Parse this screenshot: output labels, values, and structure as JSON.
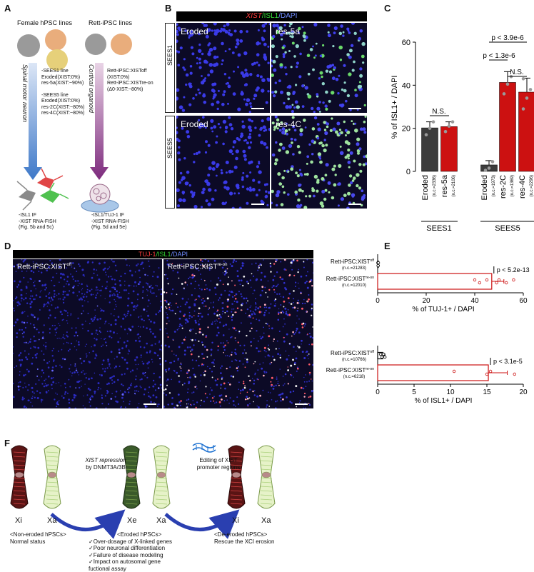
{
  "panels": {
    "A": "A",
    "B": "B",
    "C": "C",
    "D": "D",
    "E": "E",
    "F": "F"
  },
  "panelA": {
    "female_title": "Female hPSC lines",
    "rett_title": "Rett-iPSC lines",
    "arrow1_label": "Spinal motor neuron",
    "arrow2_label": "Cortical organoid",
    "female_lines": [
      "-SEES1 line",
      "Eroded(XIST:0%)",
      "res-5a(XIST:~90%)",
      "",
      "-SEES5 line",
      "Eroded(XIST:0%)",
      "res-2C(XIST:~80%)",
      "res-4C(XIST:~80%)"
    ],
    "rett_lines": [
      "Rett-iPSC:XISToff",
      "(XIST:0%)",
      "Rett-iPSC:XISTre-on",
      "(Δ0-XIST:~80%)"
    ],
    "female_assay": [
      "-ISL1 IF",
      "-XIST RNA-FISH",
      "(Fig. 5b and 5c)"
    ],
    "rett_assay": [
      "-ISL1/TUJ-1 IF",
      "-XIST RNA-FISH",
      "(Fig. 5d and 5e)"
    ]
  },
  "panelB": {
    "title_parts": [
      "XIST",
      "/ISL1",
      "/DAPI"
    ],
    "row_labels": [
      "SEES1",
      "SEES5"
    ],
    "cells": [
      "Eroded",
      "res-5a",
      "Eroded",
      "res-4C"
    ]
  },
  "panelD": {
    "title_parts": [
      "TUJ-1",
      "/ISL1",
      "/DAPI"
    ],
    "cells": [
      "Rett-iPSC:XIST",
      "Rett-iPSC:XIST"
    ],
    "superscripts": [
      "off",
      "re-on"
    ]
  },
  "panelF": {
    "step1": [
      "XIST repression",
      "by DNMT3A/3B"
    ],
    "step2": [
      "Editing of XIST",
      "promoter regions"
    ],
    "chrom_labels": [
      "Xi",
      "Xa",
      "Xe",
      "Xa",
      "Xi",
      "Xa"
    ],
    "left_caption": [
      "<Non-eroded hPSCs>",
      "Normal status"
    ],
    "mid_caption": [
      "<Eroded hPSCs>",
      "✓Over-dosage of X-linked genes",
      "✓Poor neuronal differentiation",
      "✓Failure of disease modeling",
      "✓Impact on autosomal gene",
      "   fuctional assay"
    ],
    "right_caption": [
      "<De-eroded hPSCs>",
      "Rescue the XCI erosion"
    ]
  },
  "chart_data": [
    {
      "type": "bar",
      "panel": "C",
      "ylabel": "% of ISL1+  / DAPI",
      "ylim": [
        0,
        60
      ],
      "yticks": [
        0,
        20,
        40,
        60
      ],
      "categories": [
        "Eroded",
        "res-5a",
        "Eroded",
        "res-2C",
        "res-4C"
      ],
      "cell_counts": [
        "(n.c.=2336)",
        "(n.c.=2106)",
        "(n.c.=1973)",
        "(n.c.=1369)",
        "(n.c.=2296)"
      ],
      "groups": [
        {
          "name": "SEES1",
          "indices": [
            0,
            1
          ]
        },
        {
          "name": "SEES5",
          "indices": [
            2,
            3,
            4
          ]
        }
      ],
      "values": [
        20.2,
        20.8,
        3.0,
        41.3,
        36.8
      ],
      "errors": [
        2.8,
        2.2,
        2.0,
        5.0,
        6.5
      ],
      "points": [
        [
          17,
          20,
          23
        ],
        [
          18.5,
          21,
          23
        ],
        [
          0.5,
          1.5,
          4.5
        ],
        [
          36,
          40.5,
          44
        ],
        [
          29,
          34,
          38,
          43
        ]
      ],
      "colors": [
        "#3c3c3c",
        "#cc1111",
        "#3c3c3c",
        "#cc1111",
        "#cc1111"
      ],
      "annotations": [
        "N.S.",
        "p < 1.3e-6",
        "N.S.",
        "p < 3.9e-6"
      ]
    },
    {
      "type": "bar",
      "panel": "E-top",
      "orientation": "horizontal",
      "xlabel": "% of TUJ-1+ / DAPI",
      "xlim": [
        0,
        60
      ],
      "xticks": [
        0,
        20,
        40,
        60
      ],
      "categories": [
        "Rett-iPSC:XISToff",
        "Rett-iPSC:XISTre-on"
      ],
      "cell_counts": [
        "(n.c.=21283)",
        "(n.c.=12010)"
      ],
      "values": [
        0.2,
        47
      ],
      "errors": [
        0.2,
        5
      ],
      "points": [
        [
          0.1,
          0.2,
          0.3,
          0.2
        ],
        [
          40,
          42,
          45,
          49,
          50,
          53,
          56
        ]
      ],
      "annotation": "p < 5.2e-13"
    },
    {
      "type": "bar",
      "panel": "E-bottom",
      "orientation": "horizontal",
      "xlabel": "% of ISL1+ / DAPI",
      "xlim": [
        0,
        20
      ],
      "xticks": [
        0,
        5,
        10,
        15,
        20
      ],
      "categories": [
        "Rett-iPSC:XISToff",
        "Rett-iPSC:XISTre-on"
      ],
      "cell_counts": [
        "(n.c.=10766)",
        "(n.c.=6218)"
      ],
      "values": [
        0.7,
        15.2
      ],
      "errors": [
        0.3,
        2.6
      ],
      "points": [
        [
          0.4,
          0.6,
          0.8,
          1.0
        ],
        [
          10.5,
          15.0,
          15.5,
          18.8
        ]
      ],
      "annotation": "p < 3.1e-5"
    }
  ]
}
